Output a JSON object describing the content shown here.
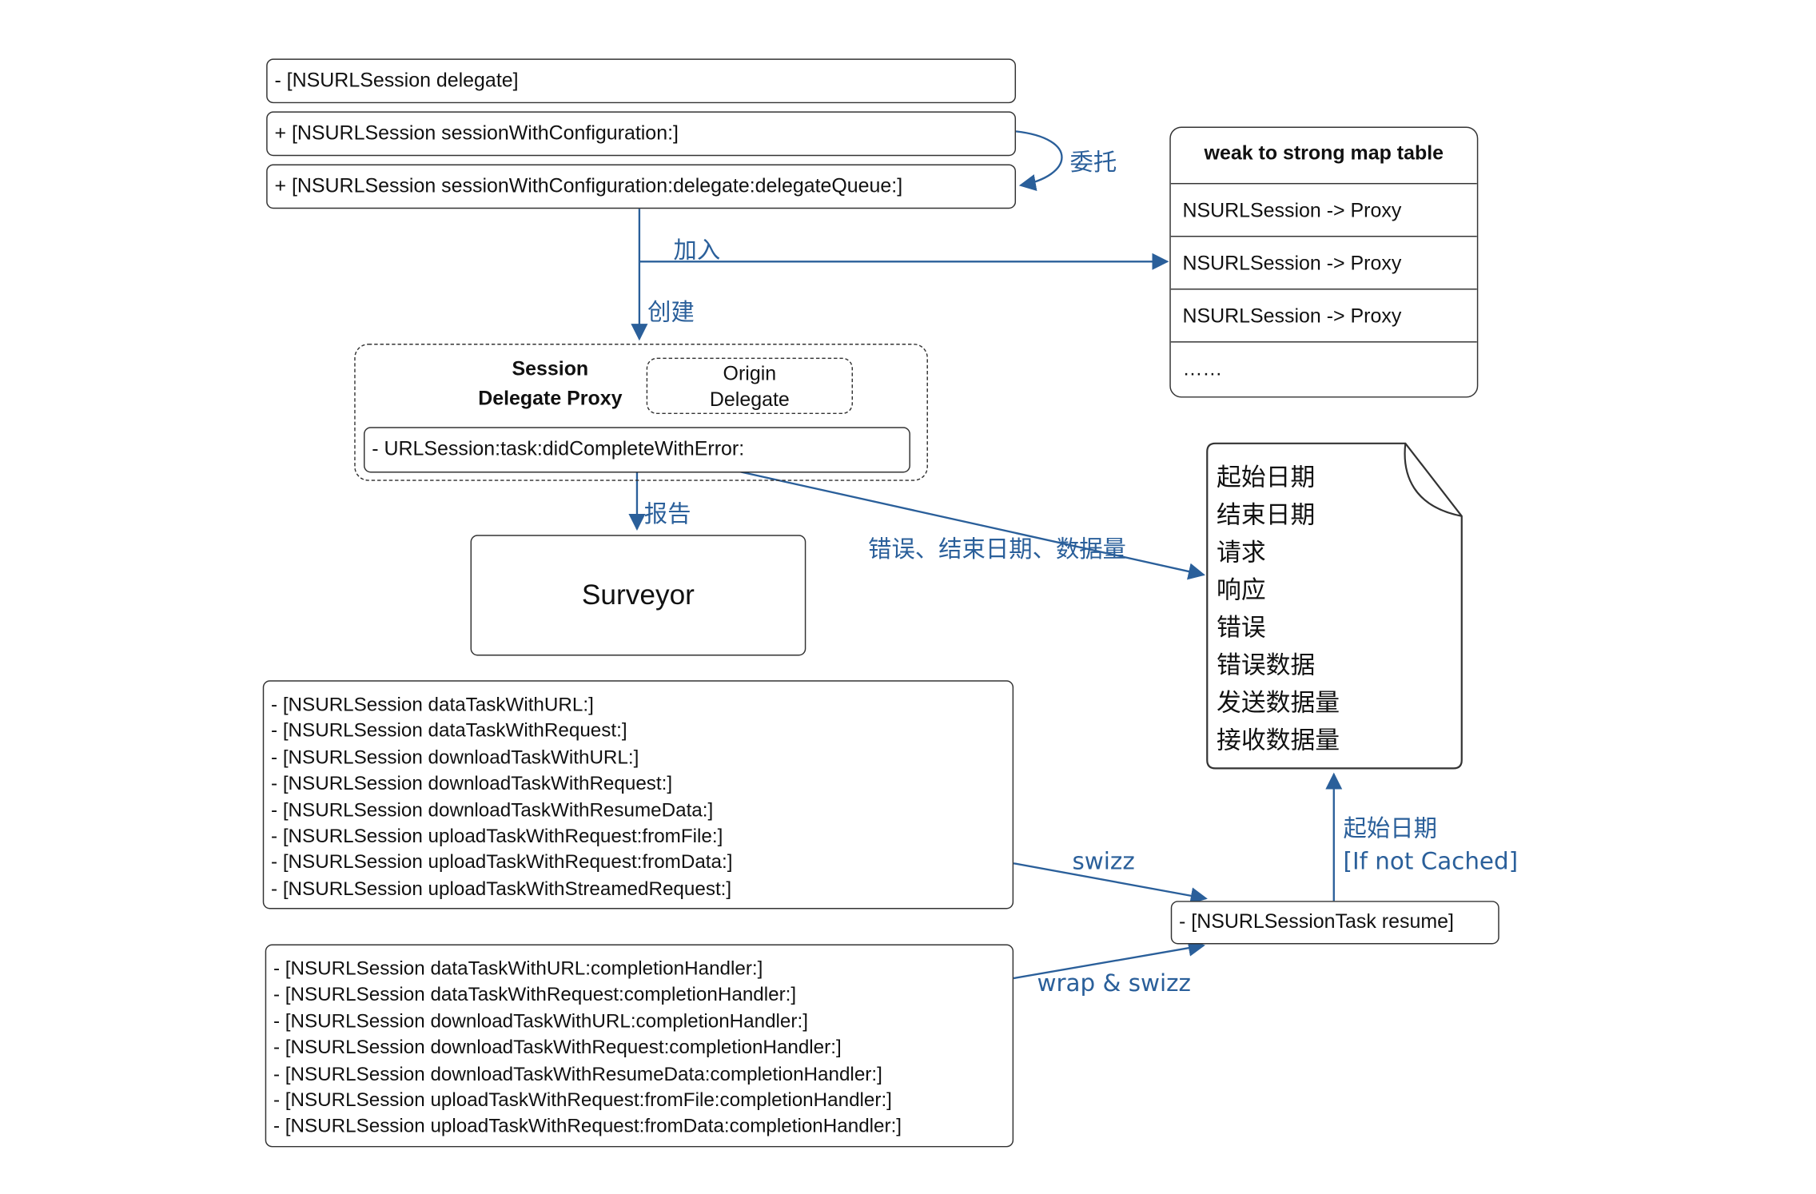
{
  "top_methods": {
    "delegate": "- [NSURLSession delegate]",
    "session_with_config": "+ [NSURLSession sessionWithConfiguration:]",
    "session_with_config_delegate": "+ [NSURLSession sessionWithConfiguration:delegate:delegateQueue:]"
  },
  "labels": {
    "entrust": "委托",
    "join": "加入",
    "create": "创建",
    "report": "报告",
    "error_end_data": "错误、结束日期、数据量",
    "swizz": "swizz",
    "wrap_swizz": "wrap & swizz",
    "start_date": "起始日期",
    "if_not_cached": "[If not Cached]"
  },
  "map_table": {
    "title": "weak to strong map table",
    "rows": [
      "NSURLSession -> Proxy",
      "NSURLSession -> Proxy",
      "NSURLSession -> Proxy",
      "……"
    ]
  },
  "proxy": {
    "title_line1": "Session",
    "title_line2": "Delegate Proxy",
    "origin_line1": "Origin",
    "origin_line2": "Delegate",
    "method": "- URLSession:task:didCompleteWithError:"
  },
  "surveyor": "Surveyor",
  "record_fields": [
    "起始日期",
    "结束日期",
    "请求",
    "响应",
    "错误",
    "错误数据",
    "发送数据量",
    "接收数据量"
  ],
  "task_methods": [
    "- [NSURLSession dataTaskWithURL:]",
    "- [NSURLSession dataTaskWithRequest:]",
    "- [NSURLSession downloadTaskWithURL:]",
    "- [NSURLSession downloadTaskWithRequest:]",
    "- [NSURLSession downloadTaskWithResumeData:]",
    "- [NSURLSession uploadTaskWithRequest:fromFile:]",
    "- [NSURLSession uploadTaskWithRequest:fromData:]",
    "- [NSURLSession uploadTaskWithStreamedRequest:]"
  ],
  "handler_methods": [
    "- [NSURLSession dataTaskWithURL:completionHandler:]",
    "- [NSURLSession dataTaskWithRequest:completionHandler:]",
    "- [NSURLSession downloadTaskWithURL:completionHandler:]",
    "- [NSURLSession downloadTaskWithRequest:completionHandler:]",
    "- [NSURLSession downloadTaskWithResumeData:completionHandler:]",
    "- [NSURLSession uploadTaskWithRequest:fromFile:completionHandler:]",
    "- [NSURLSession uploadTaskWithRequest:fromData:completionHandler:]"
  ],
  "resume": "- [NSURLSessionTask resume]",
  "colors": {
    "arrow": "#2a5f9a",
    "border": "#333333"
  }
}
